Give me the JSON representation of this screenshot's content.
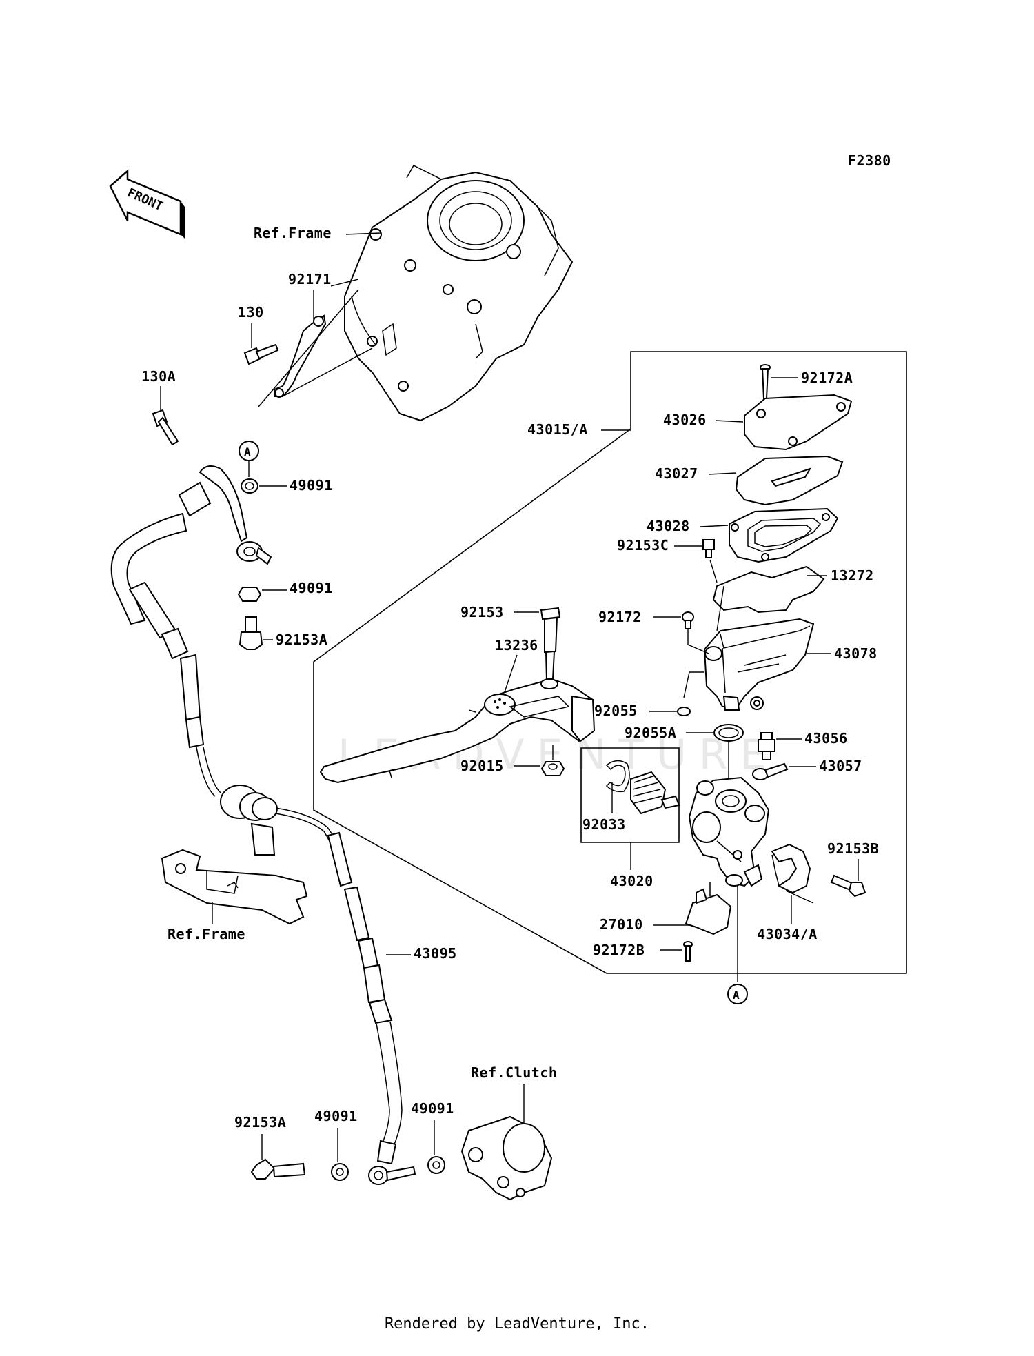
{
  "diagram_code": "F2380",
  "front_marker": "FRONT",
  "watermark": "LEADVENTURE",
  "footer": "Rendered by LeadVenture, Inc.",
  "labels": {
    "ref_frame_top": "Ref.Frame",
    "p92171": "92171",
    "p130": "130",
    "p130A": "130A",
    "callout_a_top": "A",
    "p49091_top": "49091",
    "p49091_mid": "49091",
    "p92153A_top": "92153A",
    "p92172A": "92172A",
    "p43026": "43026",
    "p43015A": "43015/A",
    "p43027": "43027",
    "p43028": "43028",
    "p92153C": "92153C",
    "p13272": "13272",
    "p92153": "92153",
    "p92172": "92172",
    "p13236": "13236",
    "p43078": "43078",
    "p92055": "92055",
    "p92055A": "92055A",
    "p43056": "43056",
    "p92015": "92015",
    "p43057": "43057",
    "p92033": "92033",
    "p92153B": "92153B",
    "p43020": "43020",
    "ref_frame_bottom": "Ref.Frame",
    "p27010": "27010",
    "p43034A": "43034/A",
    "p43095": "43095",
    "p92172B": "92172B",
    "callout_a_bottom": "A",
    "ref_clutch": "Ref.Clutch",
    "p92153A_bottom": "92153A",
    "p49091_bl": "49091",
    "p49091_br": "49091"
  }
}
